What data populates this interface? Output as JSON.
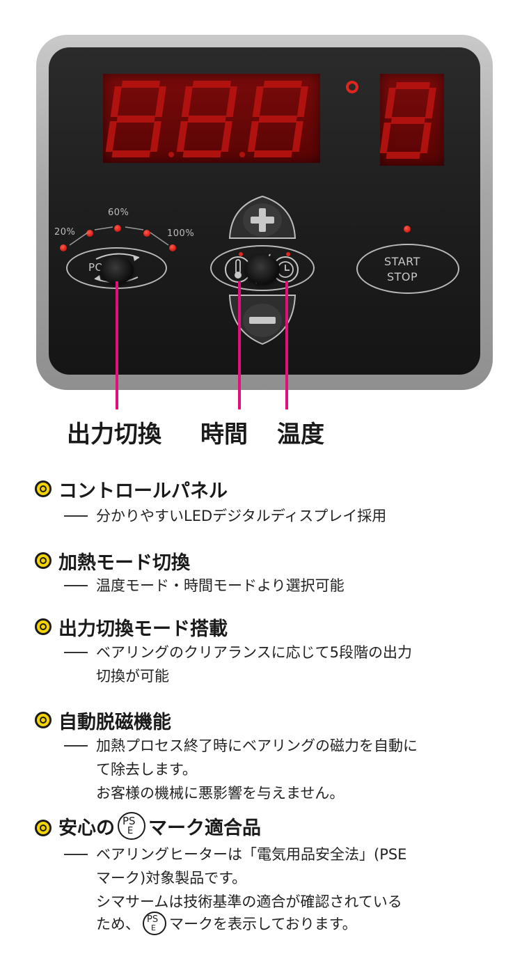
{
  "panel": {
    "power_label": "POWER",
    "start_label": "START",
    "stop_label": "STOP",
    "levels": [
      "20%",
      "60%",
      "100%"
    ]
  },
  "callouts": {
    "power": "出力切換",
    "time": "時間",
    "temp": "温度"
  },
  "features": [
    {
      "title": "コントロールパネル",
      "lines": [
        "分かりやすいLEDデジタルディスプレイ採用"
      ]
    },
    {
      "title": "加熱モード切換",
      "lines": [
        "温度モード・時間モードより選択可能"
      ]
    },
    {
      "title": "出力切換モード搭載",
      "lines": [
        "ベアリングのクリアランスに応じて5段階の出力",
        "切換が可能"
      ]
    },
    {
      "title": "自動脱磁機能",
      "lines": [
        "加熱プロセス終了時にベアリングの磁力を自動に",
        "て除去します。",
        "お客様の機械に悪影響を与えません。"
      ]
    },
    {
      "title_prefix": "安心の",
      "title_suffix": "マーク適合品",
      "lines": [
        "ベアリングヒーターは「電気用品安全法」(PSE",
        "マーク)対象製品です。",
        "シマサームは技術基準の適合が確認されている"
      ],
      "last_line_prefix": "ため、",
      "last_line_suffix": "マークを表示しております。"
    }
  ],
  "pse_mark": {
    "top": "PS",
    "bottom": "E"
  },
  "colors": {
    "accent_line": "#e0117a",
    "led_red": "#e2251f",
    "bullet_yellow": "#f6d400"
  }
}
